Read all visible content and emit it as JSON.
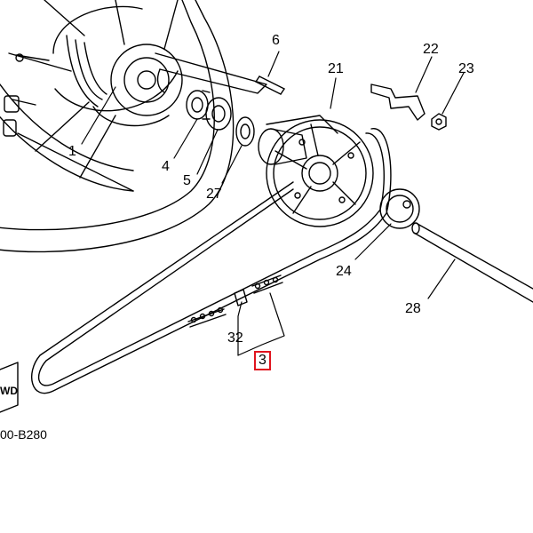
{
  "diagram": {
    "callouts": [
      {
        "id": "1",
        "label": "1"
      },
      {
        "id": "3",
        "label": "3"
      },
      {
        "id": "4",
        "label": "4"
      },
      {
        "id": "5",
        "label": "5"
      },
      {
        "id": "6",
        "label": "6"
      },
      {
        "id": "21",
        "label": "21"
      },
      {
        "id": "22",
        "label": "22"
      },
      {
        "id": "23",
        "label": "23"
      },
      {
        "id": "24",
        "label": "24"
      },
      {
        "id": "27",
        "label": "27"
      },
      {
        "id": "28",
        "label": "28"
      },
      {
        "id": "32",
        "label": "32"
      }
    ],
    "selected_callout": "3",
    "highlight_color": "#e0141e",
    "drawing_code": "00-B280",
    "direction_badge": "WD"
  }
}
